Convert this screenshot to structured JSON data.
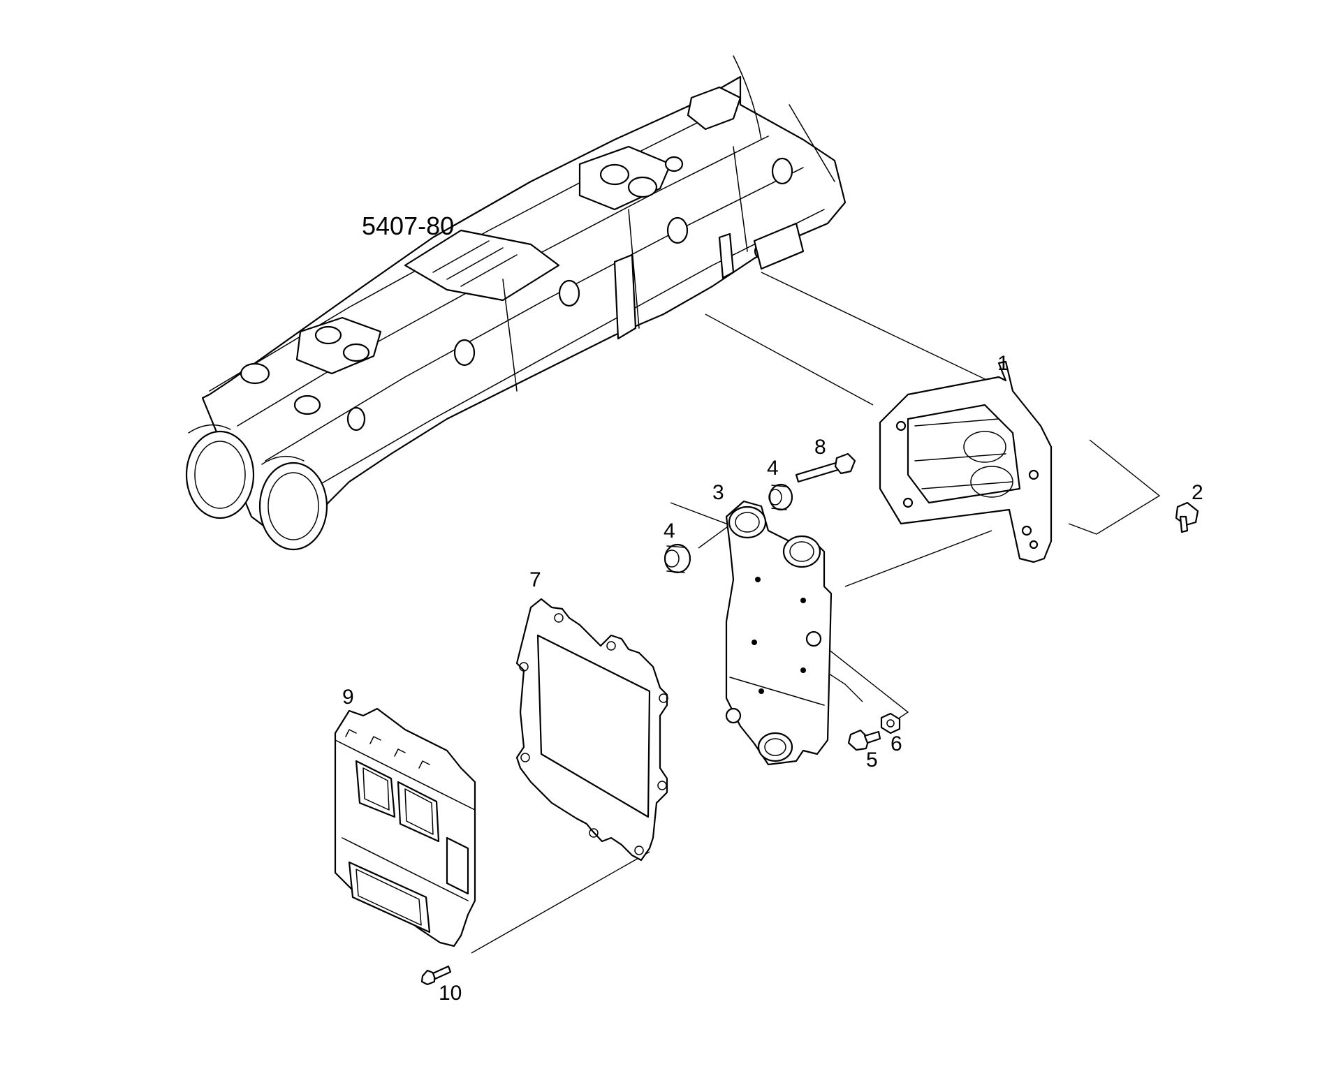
{
  "assembly_ref": "5407-80",
  "callouts": [
    "1",
    "2",
    "3",
    "4",
    "4",
    "5",
    "6",
    "7",
    "8",
    "9",
    "10"
  ]
}
